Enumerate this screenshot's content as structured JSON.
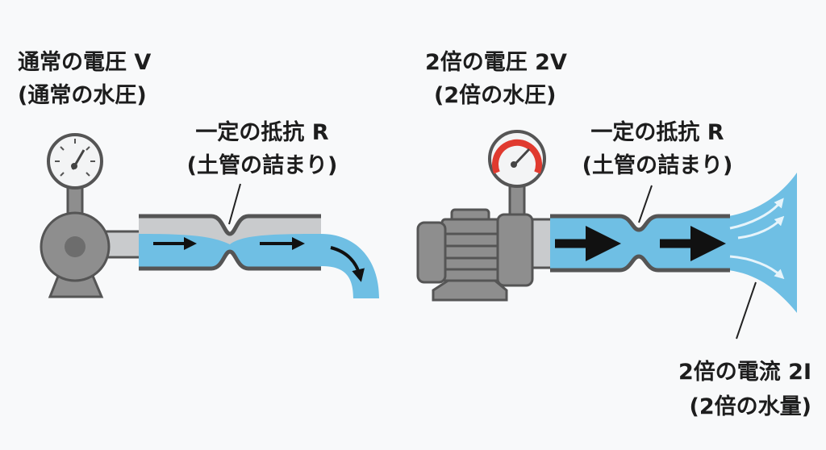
{
  "colors": {
    "water": "#6fbfe4",
    "metal": "#8e8e8e",
    "outline": "#555555",
    "gauge_red": "#e03a2f",
    "text": "#1d1d1d"
  },
  "left": {
    "title": "通常の電圧 V",
    "subtitle": "(通常の水圧)",
    "resistance_title": "一定の抵抗 R",
    "resistance_subtitle": "(土管の詰まり)"
  },
  "right": {
    "title": "2倍の電圧 2V",
    "subtitle": "(2倍の水圧)",
    "resistance_title": "一定の抵抗 R",
    "resistance_subtitle": "(土管の詰まり)",
    "current_title": "2倍の電流 2I",
    "current_subtitle": "(2倍の水量)"
  }
}
